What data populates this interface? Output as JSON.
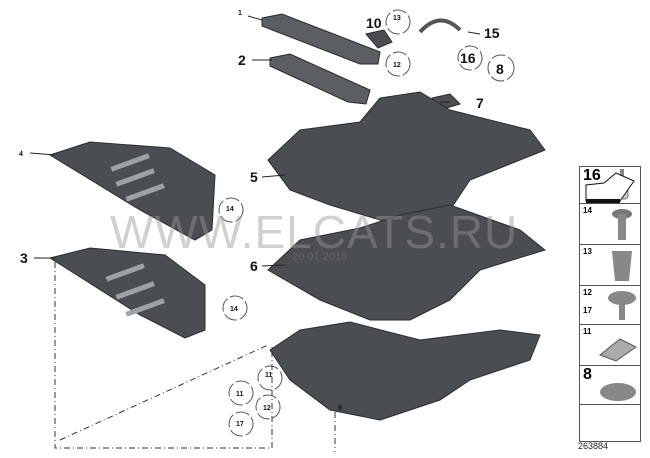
{
  "watermark": "WWW.ELCATS.RU",
  "date_stamp": "20.01.2018",
  "callouts": {
    "c1": "1",
    "c2": "2",
    "c3": "3",
    "c4": "4",
    "c5": "5",
    "c6": "6",
    "c7": "7",
    "c8": "8",
    "c9": "9",
    "c10": "10",
    "c13a": "13",
    "c12a": "12",
    "c15": "15",
    "c16": "16",
    "c14a": "14",
    "c14b": "14",
    "c11a": "11",
    "c11b": "11",
    "c12b": "12",
    "c17": "17"
  },
  "panel": {
    "items": [
      "16",
      "14",
      "13",
      "12",
      "17",
      "11",
      "8"
    ]
  },
  "diagram_number": "263884"
}
